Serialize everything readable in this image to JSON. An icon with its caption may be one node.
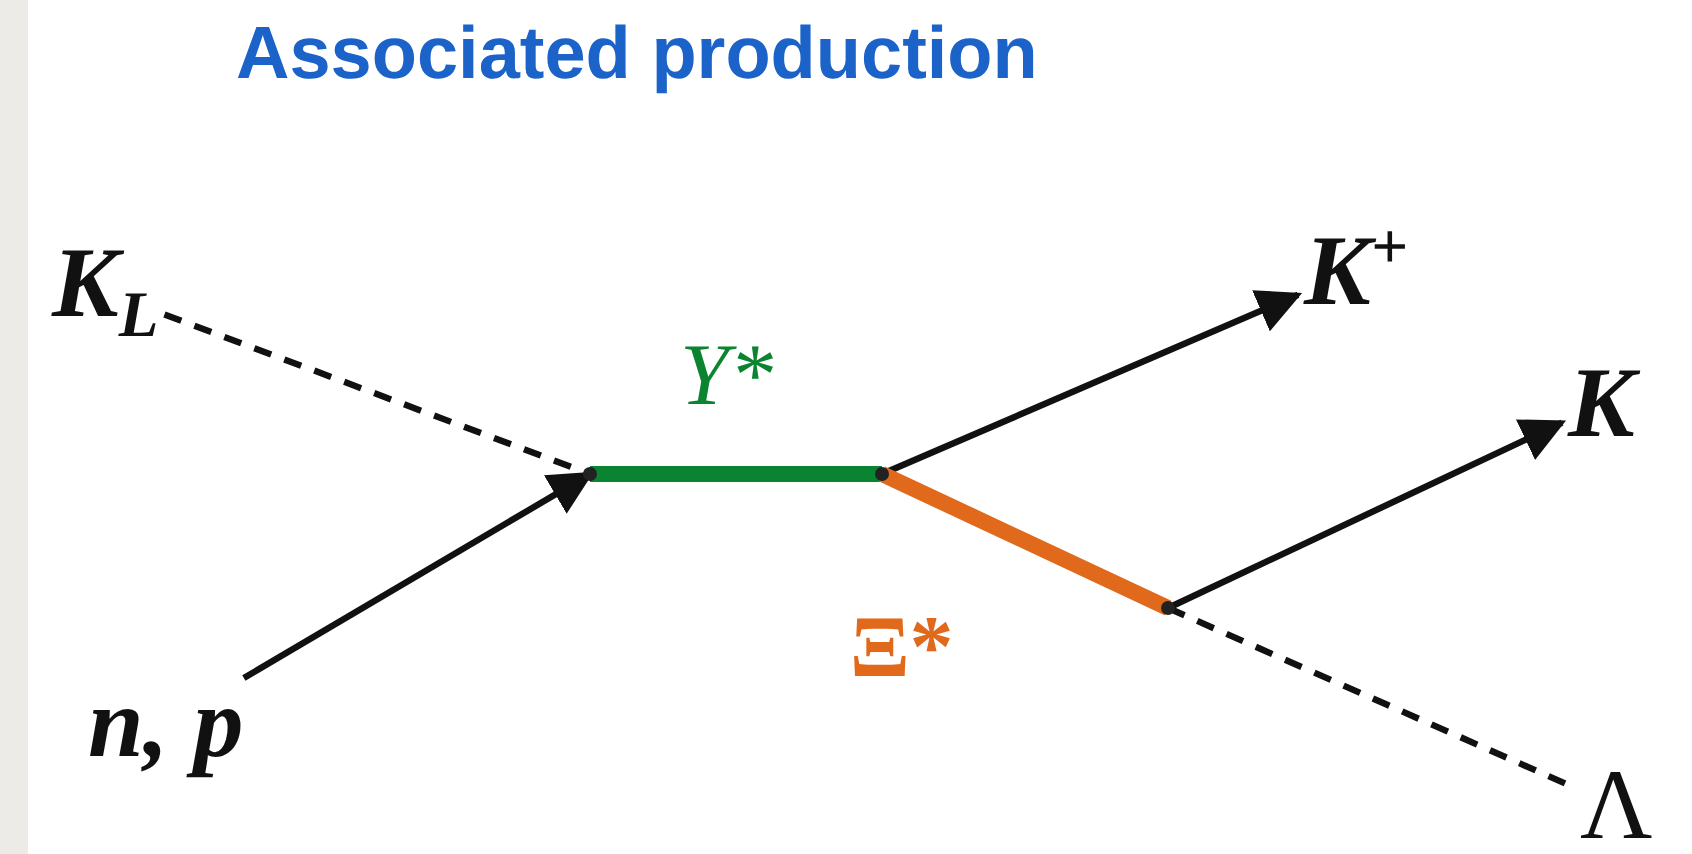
{
  "diagram": {
    "title": "Associated production",
    "nodes": [
      {
        "text": [
          "K$_{L}$"
        ]
      },
      {
        "text": [
          "n, p"
        ]
      },
      {
        "text": [],
        "shape": "circle"
      },
      {
        "text": [],
        "shape": "circle"
      },
      {
        "text": [],
        "shape": "circle"
      },
      {
        "text": [
          "K$^{+}$"
        ]
      },
      {
        "text": [
          "K"
        ]
      },
      {
        "text": [
          "Λ"
        ]
      }
    ],
    "edges": [
      {
        "from": 0,
        "to": 2,
        "arrow": "none",
        "style": "dashed"
      },
      {
        "from": 1,
        "to": 2,
        "arrow": "to"
      },
      {
        "from": 2,
        "to": 3,
        "arrow": "none",
        "label": "Y*",
        "style": "thick",
        "color": "#0b8431"
      },
      {
        "from": 3,
        "to": 5,
        "arrow": "to"
      },
      {
        "from": 3,
        "to": 4,
        "arrow": "none",
        "label": "Ξ*",
        "style": "thick",
        "color": "#e0691b"
      },
      {
        "from": 4,
        "to": 6,
        "arrow": "to"
      },
      {
        "from": 4,
        "to": 7,
        "arrow": "none",
        "style": "dashed"
      }
    ]
  }
}
